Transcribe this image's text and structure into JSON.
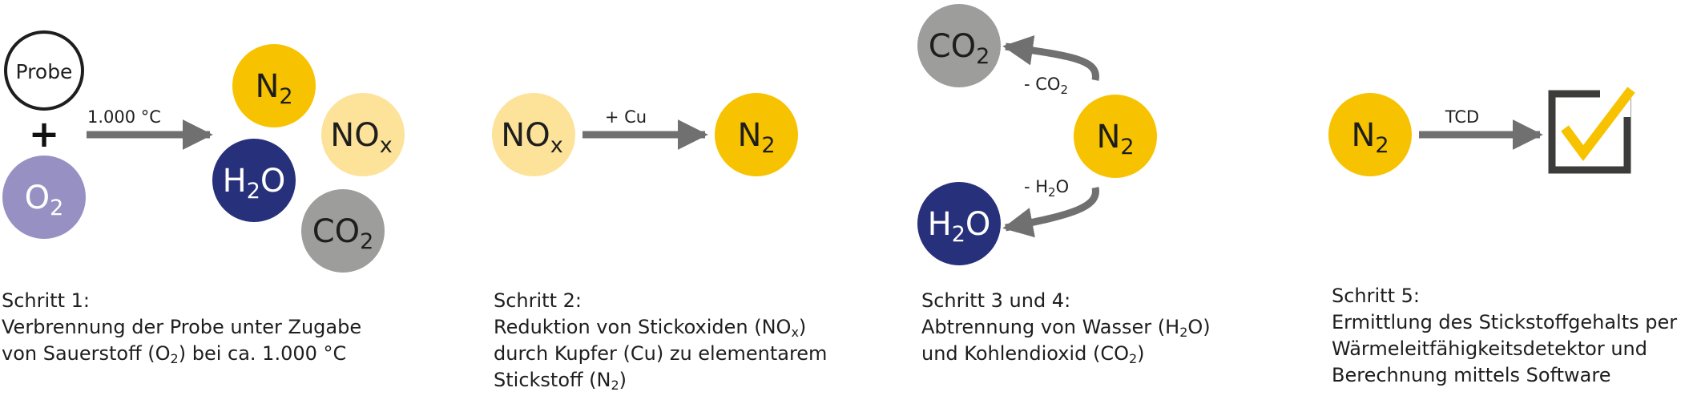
{
  "colors": {
    "yellow": "#f7c200",
    "light_yellow": "#fde29a",
    "navy": "#27307a",
    "gray": "#9d9d9c",
    "purple": "#9791c3",
    "arrow": "#707070",
    "dark": "#3c3c3b"
  },
  "icons": {
    "check": "checkbox-checked-icon",
    "arrow": "arrow-right-icon",
    "plus": "plus-icon"
  },
  "step1": {
    "probe": "Probe",
    "plus": "+",
    "o2": {
      "base": "O",
      "sub": "2"
    },
    "arrow_label": "1.000 °C",
    "n2": {
      "base": "N",
      "sub": "2"
    },
    "nox": {
      "base": "NO",
      "sub": "x"
    },
    "h2o": {
      "base": "H",
      "sub": "2",
      "tail": "O"
    },
    "co2": {
      "base": "CO",
      "sub": "2"
    },
    "caption_title": "Schritt 1:",
    "caption_line2": "Verbrennung der Probe unter Zugabe",
    "caption_line3_pre": "von Sauerstoff (O",
    "caption_line3_sub": "2",
    "caption_line3_post": ") bei ca. 1.000 °C"
  },
  "step2": {
    "nox": {
      "base": "NO",
      "sub": "x"
    },
    "arrow_label": "+ Cu",
    "n2": {
      "base": "N",
      "sub": "2"
    },
    "caption_title": "Schritt 2:",
    "caption_line2_pre": "Reduktion von Stickoxiden (NO",
    "caption_line2_sub": "x",
    "caption_line2_post": ")",
    "caption_line3": "durch Kupfer (Cu) zu elementarem",
    "caption_line4_pre": "Stickstoff (N",
    "caption_line4_sub": "2",
    "caption_line4_post": ")"
  },
  "step34": {
    "co2": {
      "base": "CO",
      "sub": "2"
    },
    "label_co2": {
      "base": "- CO",
      "sub": "2"
    },
    "n2": {
      "base": "N",
      "sub": "2"
    },
    "label_h2o": {
      "base": "- H",
      "sub": "2",
      "tail": "O"
    },
    "h2o": {
      "base": "H",
      "sub": "2",
      "tail": "O"
    },
    "caption_title": "Schritt 3 und 4:",
    "caption_line2_pre": "Abtrennung von Wasser (H",
    "caption_line2_sub": "2",
    "caption_line2_post": "O)",
    "caption_line3_pre": "und Kohlendioxid (CO",
    "caption_line3_sub": "2",
    "caption_line3_post": ")"
  },
  "step5": {
    "n2": {
      "base": "N",
      "sub": "2"
    },
    "arrow_label": "TCD",
    "caption_title": "Schritt 5:",
    "caption_line2": "Ermittlung des Stickstoffgehalts per",
    "caption_line3": "Wärmeleitfähigkeitsdetektor und",
    "caption_line4": "Berechnung mittels Software"
  }
}
